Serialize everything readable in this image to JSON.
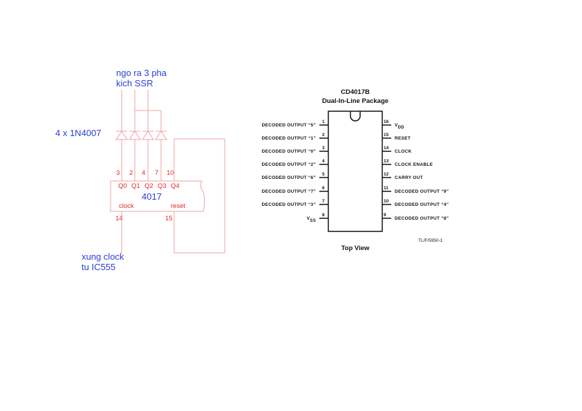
{
  "circuit": {
    "output_label": [
      "ngo ra 3 pha",
      "kich SSR"
    ],
    "diode_label": "4 x 1N4007",
    "clock_label": [
      "xung clock",
      "tu IC555"
    ],
    "ic_name": "4017",
    "pin_numbers": [
      "3",
      "2",
      "4",
      "7",
      "10"
    ],
    "outputs": [
      "Q0",
      "Q1",
      "Q2",
      "Q3",
      "Q4"
    ],
    "clock_pin_label": "clock",
    "reset_pin_label": "reset",
    "clock_pin_number": "14",
    "reset_pin_number": "15"
  },
  "pinout": {
    "title": "CD4017B",
    "subtitle": "Dual-In-Line Package",
    "left_pins": [
      {
        "num": "1",
        "label": "DECODED OUTPUT “5”"
      },
      {
        "num": "2",
        "label": "DECODED OUTPUT “1”"
      },
      {
        "num": "3",
        "label": "DECODED OUTPUT “0”"
      },
      {
        "num": "4",
        "label": "DECODED OUTPUT “2”"
      },
      {
        "num": "5",
        "label": "DECODED OUTPUT “6”"
      },
      {
        "num": "6",
        "label": "DECODED OUTPUT “7”"
      },
      {
        "num": "7",
        "label": "DECODED OUTPUT “3”"
      },
      {
        "num": "8",
        "label": "V",
        "sub": "SS"
      }
    ],
    "right_pins": [
      {
        "num": "16",
        "label": "V",
        "sub": "DD"
      },
      {
        "num": "15",
        "label": "RESET"
      },
      {
        "num": "14",
        "label": "CLOCK"
      },
      {
        "num": "13",
        "label": "CLOCK ENABLE"
      },
      {
        "num": "12",
        "label": "CARRY OUT"
      },
      {
        "num": "11",
        "label": "DECODED OUTPUT “9”"
      },
      {
        "num": "10",
        "label": "DECODED OUTPUT “4”"
      },
      {
        "num": "9",
        "label": "DECODED OUTPUT “8”"
      }
    ],
    "figure_code": "TL/F/5950-1",
    "caption": "Top View"
  }
}
